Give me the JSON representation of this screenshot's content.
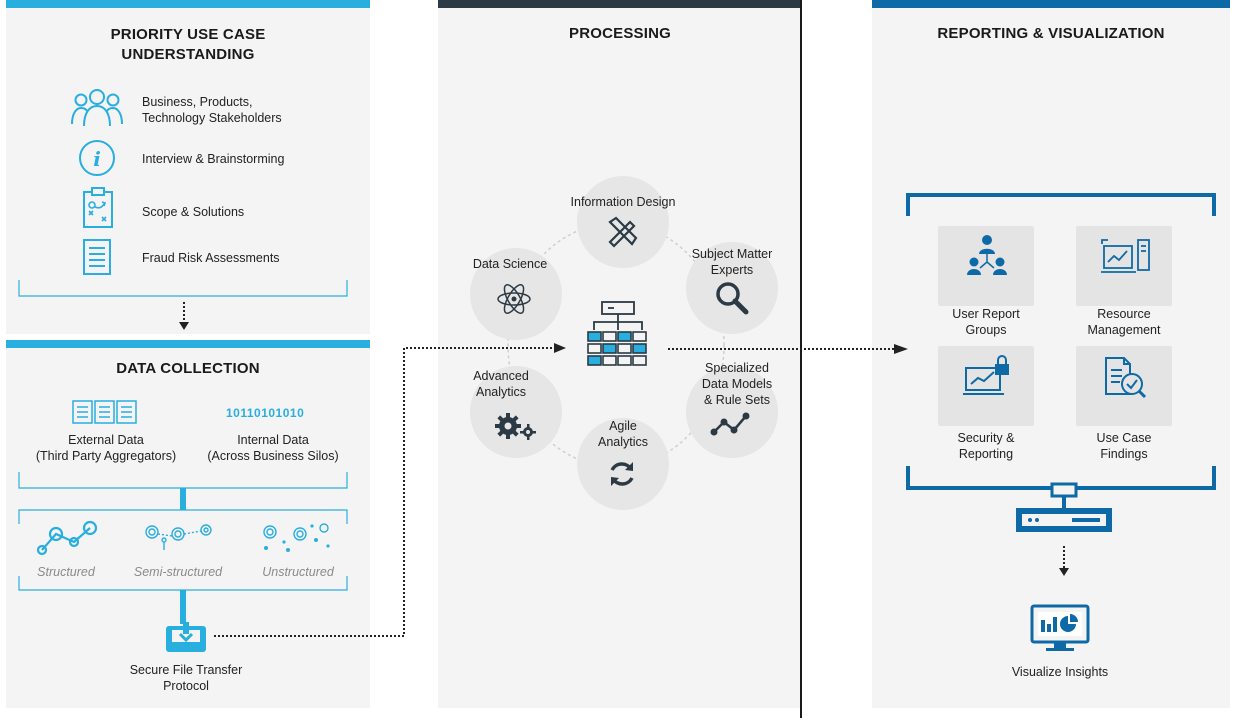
{
  "colors": {
    "accent": "#29aee0",
    "dark": "#2b3a44",
    "blue": "#0e6aa6",
    "panel": "#f4f4f4"
  },
  "left": {
    "priority_title_line1": "PRIORITY USE CASE",
    "priority_title_line2": "UNDERSTANDING",
    "items": [
      {
        "icon": "people-icon",
        "line1": "Business, Products,",
        "line2": "Technology Stakeholders"
      },
      {
        "icon": "info-icon",
        "line1": "Interview & Brainstorming",
        "line2": ""
      },
      {
        "icon": "clipboard-strategy-icon",
        "line1": "Scope & Solutions",
        "line2": ""
      },
      {
        "icon": "document-list-icon",
        "line1": "Fraud Risk Assessments",
        "line2": ""
      }
    ],
    "data_collection_title": "DATA COLLECTION",
    "binary_text": "10110101010",
    "external_line1": "External Data",
    "external_line2": "(Third Party Aggregators)",
    "internal_line1": "Internal Data",
    "internal_line2": "(Across Business Silos)",
    "types": [
      "Structured",
      "Semi-structured",
      "Unstructured"
    ],
    "sftp_line1": "Secure File Transfer",
    "sftp_line2": "Protocol"
  },
  "middle": {
    "title": "PROCESSING",
    "nodes": {
      "info_design": "Information Design",
      "sme_line1": "Subject Matter",
      "sme_line2": "Experts",
      "data_science": "Data Science",
      "adv_line1": "Advanced",
      "adv_line2": "Analytics",
      "spec_line1": "Specialized",
      "spec_line2": "Data Models",
      "spec_line3": "& Rule Sets",
      "agile_line1": "Agile",
      "agile_line2": "Analytics"
    }
  },
  "right": {
    "title": "REPORTING & VISUALIZATION",
    "tiles": {
      "urg_line1": "User Report",
      "urg_line2": "Groups",
      "rm_line1": "Resource",
      "rm_line2": "Management",
      "sr_line1": "Security &",
      "sr_line2": "Reporting",
      "ucf_line1": "Use Case",
      "ucf_line2": "Findings"
    },
    "visualize": "Visualize Insights"
  }
}
